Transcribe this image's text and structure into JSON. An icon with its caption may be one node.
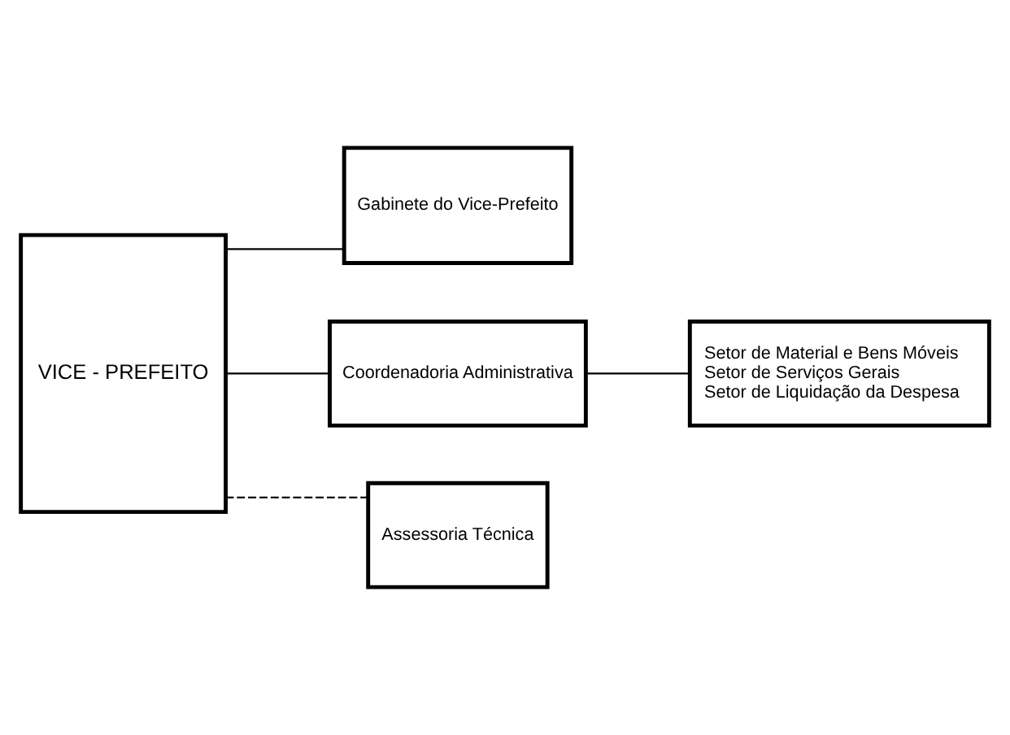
{
  "diagram": {
    "nodes": [
      {
        "text": [
          "VICE - PREFEITO"
        ]
      },
      {
        "text": [
          "Gabinete do Vice-Prefeito"
        ]
      },
      {
        "text": [
          "Coordenadoria Administrativa"
        ]
      },
      {
        "text": [
          "Assessoria Técnica"
        ]
      },
      {
        "text": [
          "Setor de Material e Bens Móveis",
          "Setor de Serviços Gerais",
          "Setor de Liquidação da Despesa"
        ]
      }
    ],
    "edges": [
      {
        "from": 0,
        "to": 1,
        "arrow": "none"
      },
      {
        "from": 0,
        "to": 2,
        "arrow": "none"
      },
      {
        "from": 0,
        "to": 3,
        "arrow": "none",
        "style": "dashed"
      },
      {
        "from": 2,
        "to": 4,
        "arrow": "none"
      }
    ]
  }
}
